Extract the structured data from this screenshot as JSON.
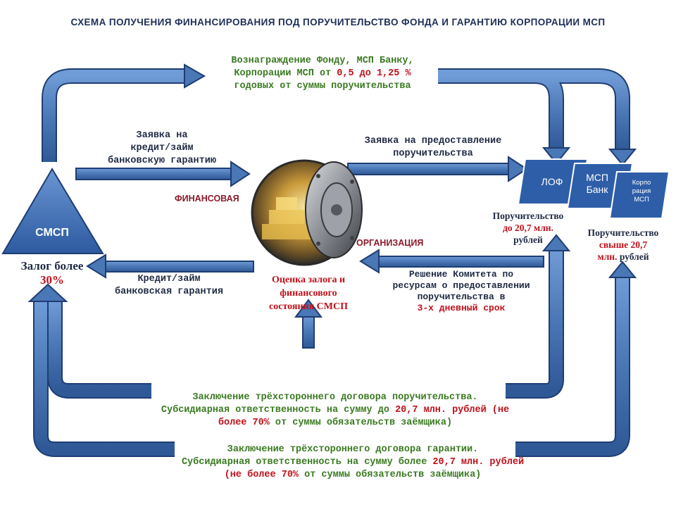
{
  "title": "СХЕМА ПОЛУЧЕНИЯ ФИНАНСИРОВАНИЯ ПОД ПОРУЧИТЕЛЬСТВО  ФОНДА И ГАРАНТИЮ КОРПОРАЦИИ  МСП",
  "reward": {
    "line1": "Вознаграждение  Фонду, МСП Банку,",
    "line2_a": "Корпорации МСП от ",
    "line2_b": "0,5 до 1,25 %",
    "line3": "годовых от суммы поручительства"
  },
  "application_credit": [
    "Заявка на",
    "кредит/займ",
    "банковскую гарантию"
  ],
  "application_guarantee": [
    "Заявка на предоставление",
    "поручительства"
  ],
  "smsp": {
    "label": "СМСП",
    "collateral_label": "Залог более",
    "collateral_value": "30%"
  },
  "financial_org": {
    "left": "ФИНАНСОВАЯ",
    "right": "ОРГАНИЗАЦИЯ"
  },
  "credit_out": [
    "Кредит/займ",
    "банковская гарантия"
  ],
  "assessment": [
    "Оценка залога и",
    "финансового",
    "состояния СМСП"
  ],
  "committee": [
    "Решение Комитета по",
    "ресурсам о предоставлении",
    "поручительства в"
  ],
  "committee_term": "3-х дневный срок",
  "lof": {
    "label": "ЛОФ",
    "guarantee_label": "Поручительство",
    "guarantee_value": "до 20,7 млн.",
    "guarantee_unit": "рублей"
  },
  "msp_bank": {
    "label": "МСП Банк"
  },
  "corporation": {
    "label": [
      "Корпо",
      "рация",
      "МСП"
    ],
    "guarantee_label": "Поручительство",
    "guarantee_value": "свыше 20,7",
    "guarantee_value2": "млн.",
    "guarantee_unit": " рублей"
  },
  "tripartite_surety": {
    "line1": "Заключение трёхстороннего договора поручительства.",
    "line2_a": "Субсидиарная ответственность  на сумму до ",
    "line2_b": "20,7 млн. рублей (не",
    "line3_a": "более 70%",
    "line3_b": " от суммы обязательств заёмщика)"
  },
  "tripartite_guarantee": {
    "line1": "Заключение трёхстороннего договора гарантии.",
    "line2_a": "Субсидиарная ответственность на сумму более ",
    "line2_b": "20,7 млн. рублей",
    "line3_a": "(не более 70%",
    "line3_b": " от суммы обязательств заёмщика)"
  },
  "colors": {
    "arrow_fill": "#4b78b6",
    "arrow_dark": "#1f3d73",
    "box_fill": "#2e5ea8",
    "title": "#1d2f57",
    "highlight_red": "#c0101a",
    "highlight_green": "#3b7a22"
  }
}
